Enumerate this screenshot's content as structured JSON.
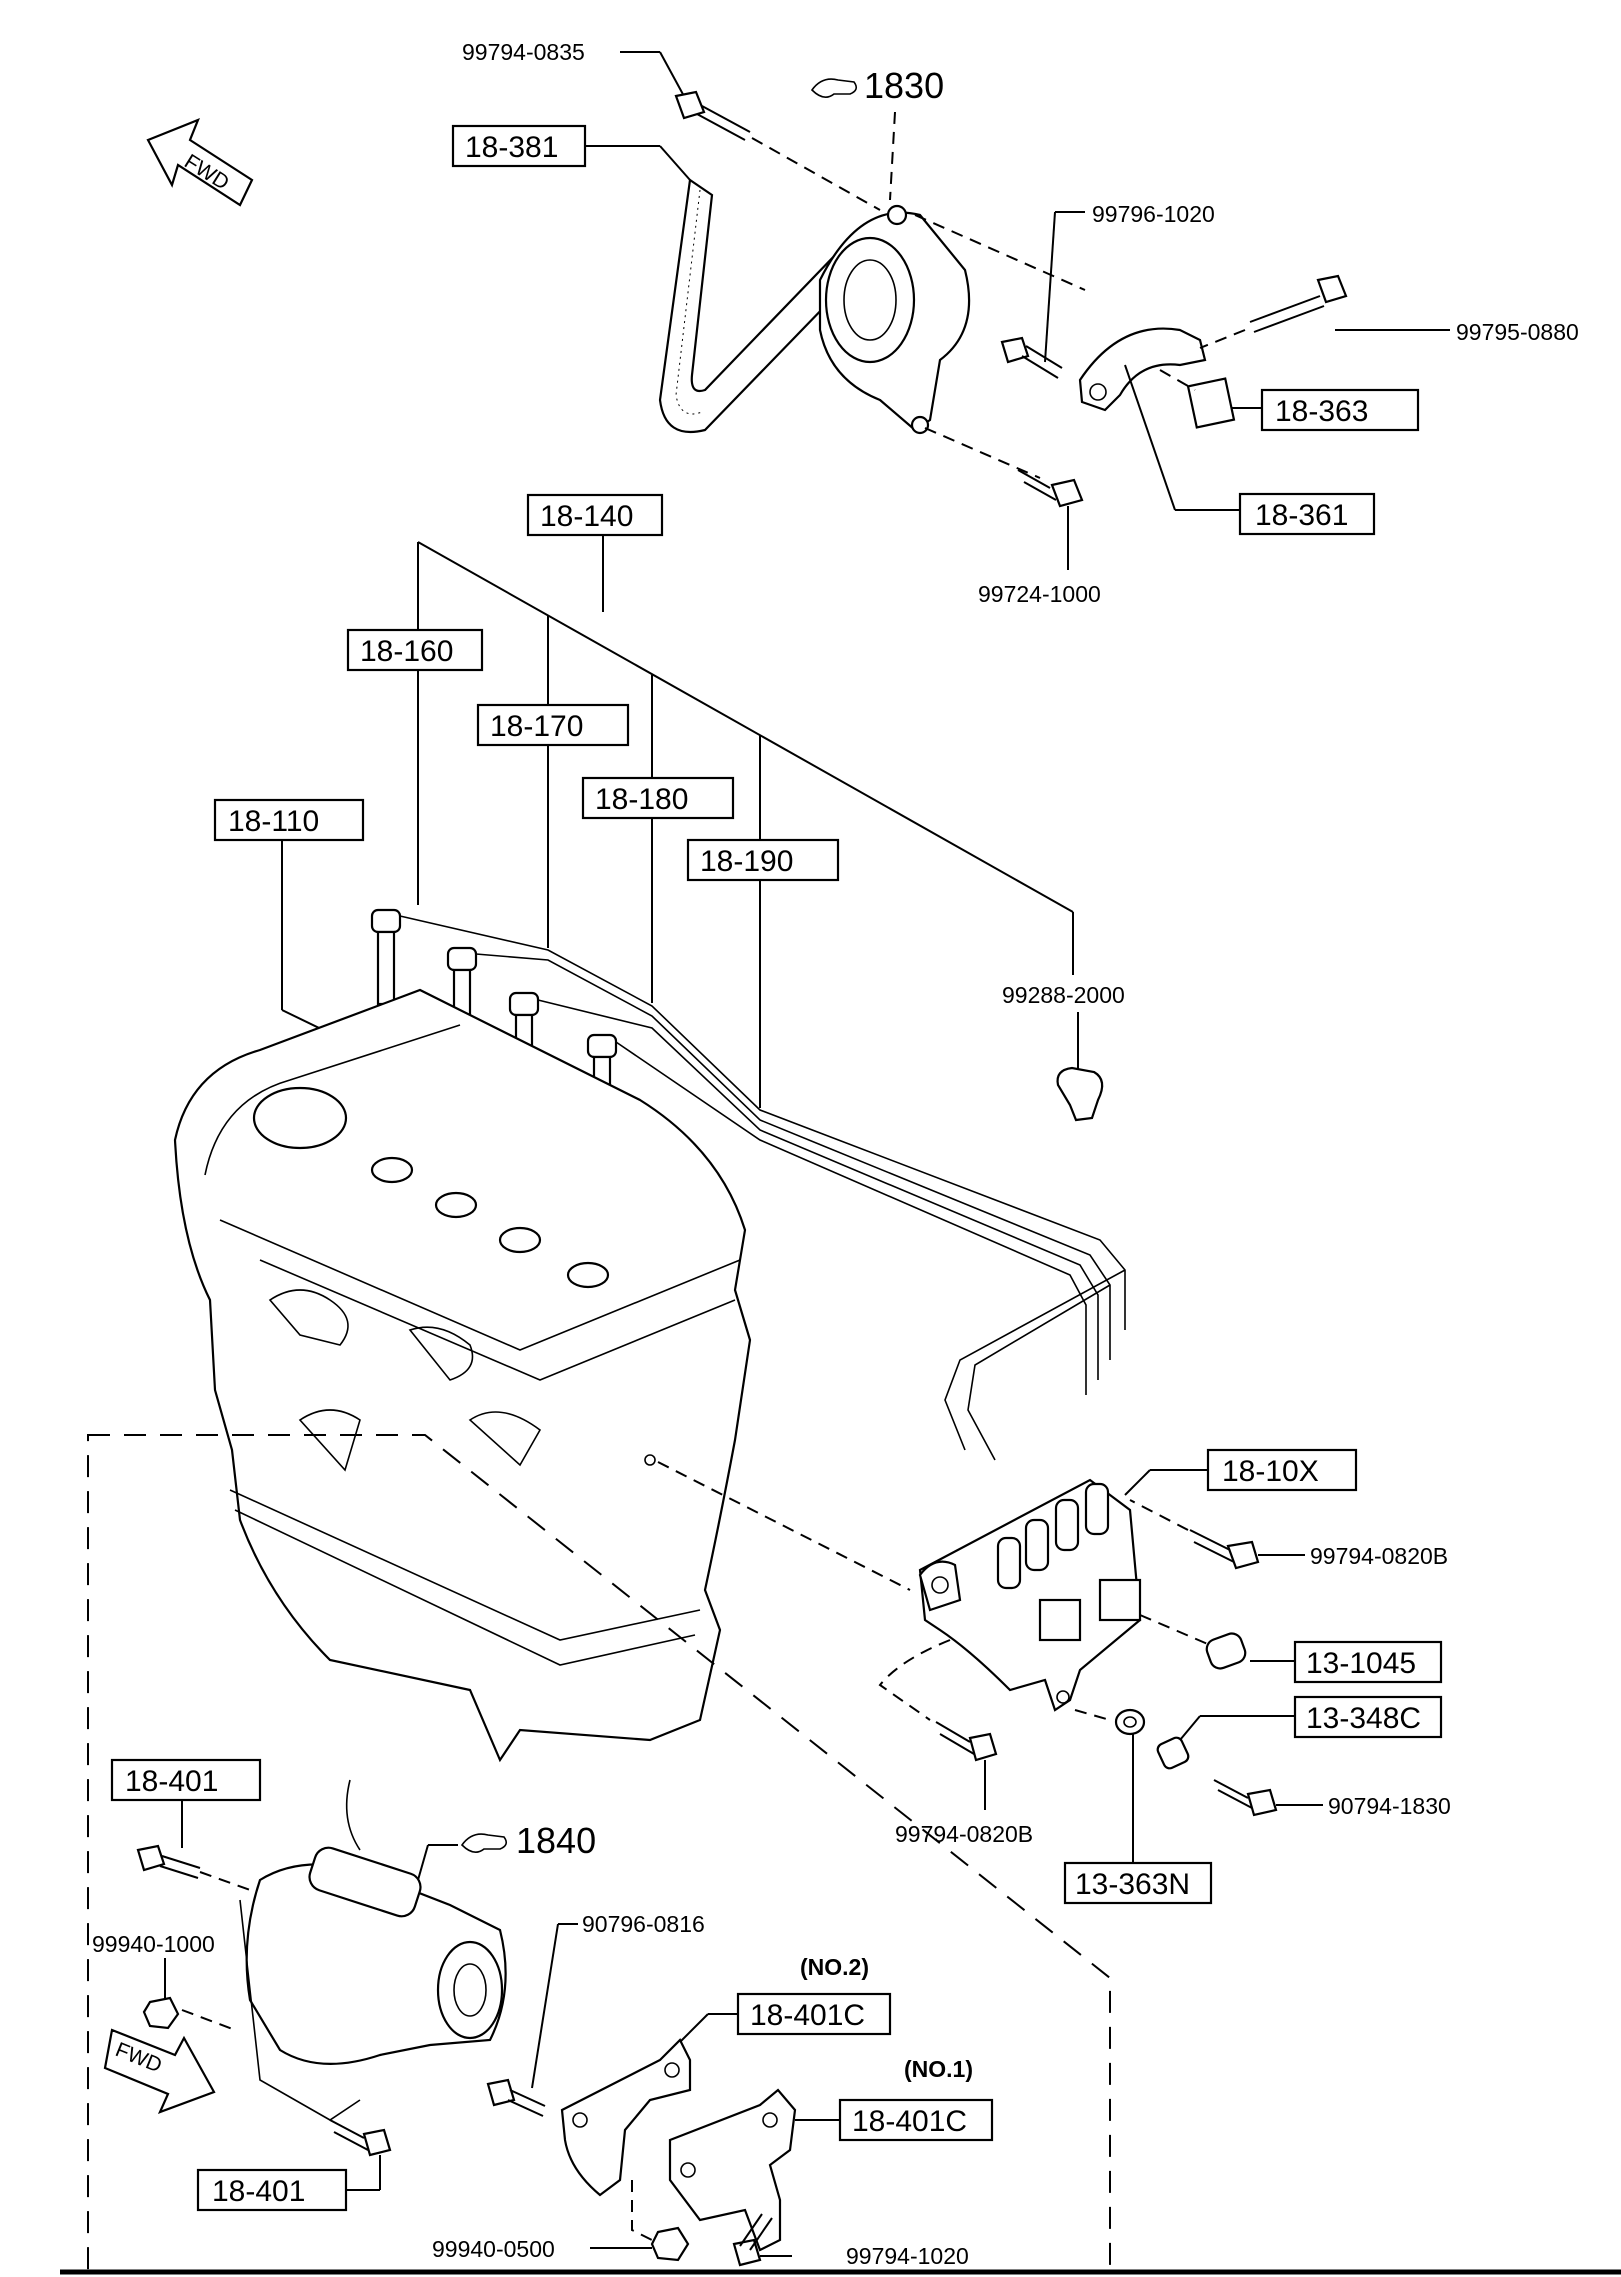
{
  "references": {
    "alternator": "1830",
    "starter": "1840"
  },
  "callouts": {
    "belt": "18-381",
    "cable_set": "18-140",
    "cable_160": "18-160",
    "cable_170": "18-170",
    "cable_180": "18-180",
    "cable_190": "18-190",
    "spark_plug": "18-110",
    "adjuster_bracket": "18-361",
    "adjuster_nut": "18-363",
    "ignition_coil": "18-10X",
    "connector_1045": "13-1045",
    "part_348c": "13-348C",
    "part_363n": "13-363N",
    "starter_bolt_upper": "18-401",
    "starter_bolt_lower": "18-401",
    "bracket_no2": "18-401C",
    "bracket_no1": "18-401C"
  },
  "part_numbers": {
    "p1": "99794-0835",
    "p2": "99796-1020",
    "p3": "99795-0880",
    "p4": "99724-1000",
    "p5": "99288-2000",
    "p6": "99794-0820B",
    "p7": "90794-1830",
    "p8": "99794-0820B",
    "p9": "99940-1000",
    "p10": "90796-0816",
    "p11": "99940-0500",
    "p12": "99794-1020"
  },
  "notes": {
    "no2": "(NO.2)",
    "no1": "(NO.1)"
  },
  "fwd": {
    "top": "FWD",
    "bottom": "FWD"
  },
  "icons": {
    "reference": "pointing-hand-icon",
    "direction": "fwd-arrow-icon"
  }
}
